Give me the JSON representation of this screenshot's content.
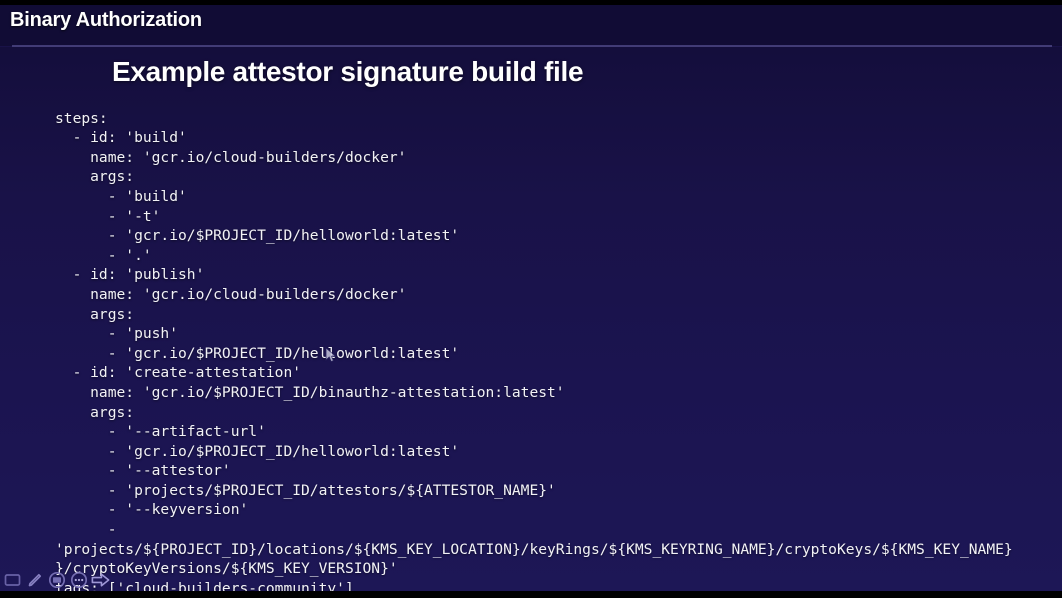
{
  "header": {
    "title": "Binary Authorization"
  },
  "slide": {
    "title": "Example attestor signature build file",
    "code_lines": [
      "steps:",
      "  - id: 'build'",
      "    name: 'gcr.io/cloud-builders/docker'",
      "    args:",
      "      - 'build'",
      "      - '-t'",
      "      - 'gcr.io/$PROJECT_ID/helloworld:latest'",
      "      - '.'",
      "  - id: 'publish'",
      "    name: 'gcr.io/cloud-builders/docker'",
      "    args:",
      "      - 'push'",
      "      - 'gcr.io/$PROJECT_ID/helloworld:latest'",
      "  - id: 'create-attestation'",
      "    name: 'gcr.io/$PROJECT_ID/binauthz-attestation:latest'",
      "    args:",
      "      - '--artifact-url'",
      "      - 'gcr.io/$PROJECT_ID/helloworld:latest'",
      "      - '--attestor'",
      "      - 'projects/$PROJECT_ID/attestors/${ATTESTOR_NAME}'",
      "      - '--keyversion'",
      "      -",
      "'projects/${PROJECT_ID}/locations/${KMS_KEY_LOCATION}/keyRings/${KMS_KEYRING_NAME}/cryptoKeys/${KMS_KEY_NAME}",
      "}/cryptoKeyVersions/${KMS_KEY_VERSION}'",
      "tags: ['cloud-builders-community']"
    ]
  },
  "toolbar": {
    "items": [
      {
        "icon": "pointer-icon",
        "label": "Pointer"
      },
      {
        "icon": "pen-icon",
        "label": "Pen"
      },
      {
        "icon": "slide-menu-icon",
        "label": "Slide menu"
      },
      {
        "icon": "more-options-icon",
        "label": "More options"
      },
      {
        "icon": "next-slide-arrow-icon",
        "label": "Next slide"
      }
    ]
  },
  "colors": {
    "background": "#191248",
    "header_background": "#110c35",
    "divider": "#4a4480",
    "text": "#f2f2f6",
    "letterbox": "#000000"
  }
}
